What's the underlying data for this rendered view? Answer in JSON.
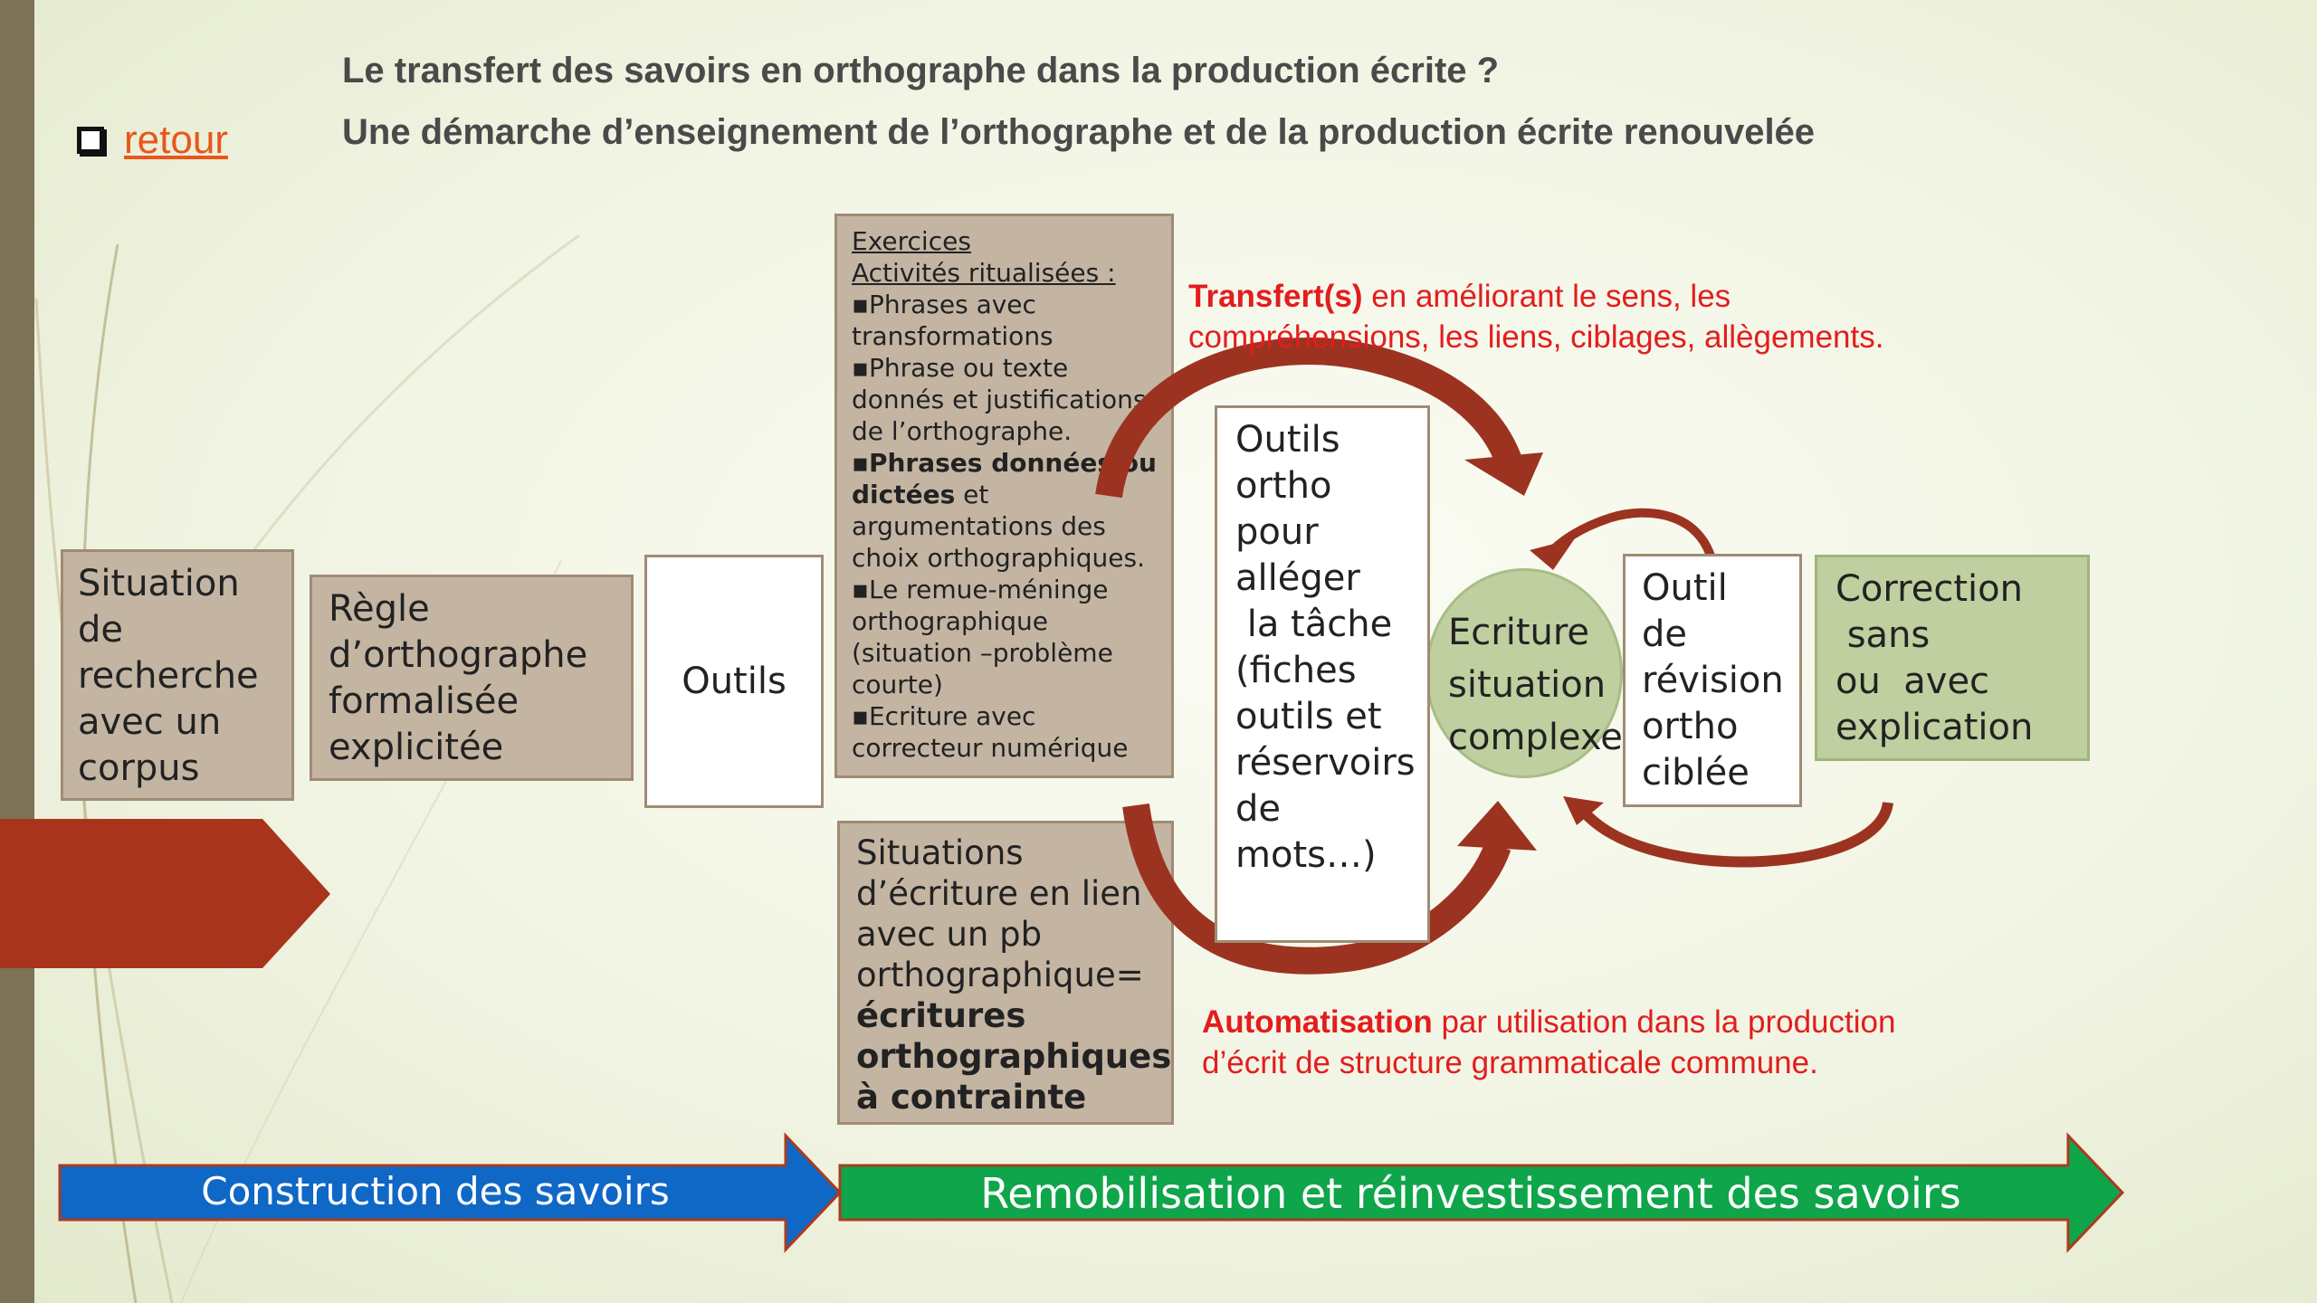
{
  "title_line1": "Le transfert des savoirs en orthographe dans la production écrite ?",
  "title_line2": "Une démarche d’enseignement de l’orthographe et de la production écrite renouvelée",
  "retour_label": "retour",
  "boxes": {
    "situation": [
      "Situation",
      "de",
      "recherche",
      "avec un",
      "corpus"
    ],
    "regle": [
      "Règle",
      "d’orthographe",
      "formalisée",
      "explicitée"
    ],
    "outils": "Outils",
    "exercices": {
      "heading1": "Exercices",
      "heading2": "Activités ritualisées :",
      "items": [
        "▪Phrases avec",
        "transformations",
        "▪Phrase ou texte",
        "donnés et justifications",
        "de l’orthographe."
      ],
      "bold_item_a": "▪Phrases données ou",
      "bold_item_b": "dictées",
      "bold_item_c": " et",
      "items_after": [
        "argumentations des",
        "choix orthographiques.",
        "▪Le remue-méninge",
        "orthographique",
        "(situation –problème",
        "courte)",
        "▪Ecriture avec",
        "correcteur numérique"
      ]
    },
    "situations_ecriture": {
      "lines": [
        "Situations",
        "d’écriture en lien",
        "avec un pb",
        "orthographique="
      ],
      "bold_lines": [
        "écritures",
        "orthographiques",
        "à contrainte"
      ]
    },
    "outils_ortho": [
      "Outils",
      "ortho",
      "pour",
      "alléger",
      " la tâche",
      "(fiches",
      "outils et",
      "réservoirs",
      "de",
      "mots…)"
    ],
    "ecriture": [
      "Ecriture",
      "situation",
      "complexe"
    ],
    "outil_revision": [
      "Outil",
      "de",
      "révision",
      "ortho",
      "ciblée"
    ],
    "correction": [
      "Correction",
      " sans",
      "ou  avec",
      "explication"
    ]
  },
  "transfert": {
    "bold": "Transfert(s)",
    "rest_line1": " en améliorant le sens, les",
    "line2": "compréhensions, les liens, ciblages, allègements."
  },
  "automatisation": {
    "bold": "Automatisation",
    "rest_line1": " par utilisation dans la production",
    "line2": "d’écrit de structure grammaticale commune."
  },
  "bottom_arrows": {
    "construction": "Construction des savoirs",
    "remobilisation": "Remobilisation et réinvestissement des savoirs"
  },
  "colors": {
    "left_bar": "#7c7256",
    "red_shape": "#a8341c",
    "tan_box": "#c4b5a3",
    "green_box": "#bfcf9f",
    "curved_arrow": "#9c3320",
    "blue_arrow": "#0f67c6",
    "green_arrow": "#0fa54a",
    "red_text": "#e31d1d"
  }
}
